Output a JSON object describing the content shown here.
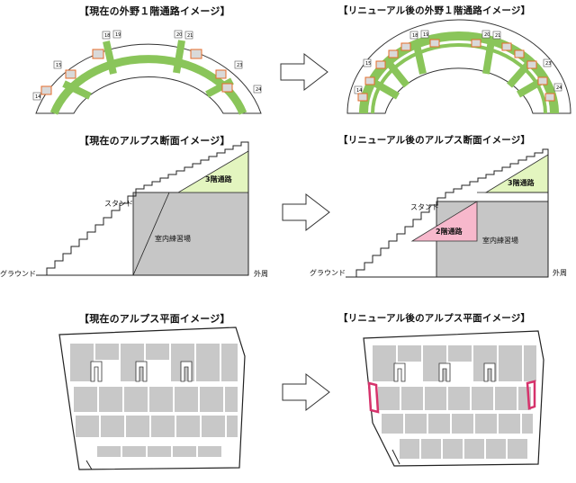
{
  "titles": {
    "arc_current": "【現在の外野１階通路イメージ】",
    "arc_renewal": "【リニューアル後の外野１階通路イメージ】",
    "section_current": "【現在のアルプス断面イメージ】",
    "section_renewal": "【リニューアル後のアルプス断面イメージ】",
    "plan_current": "【現在のアルプス平面イメージ】",
    "plan_renewal": "【リニューアル後のアルプス平面イメージ】"
  },
  "section_labels": {
    "third_floor_aisle": "3階通路",
    "second_floor_aisle": "2階通路",
    "stand": "スタンド",
    "indoor_practice": "室内練習場",
    "ground": "グラウンド",
    "outside": "外周"
  },
  "gate_numbers": [
    "14",
    "15",
    "18",
    "19",
    "20",
    "21",
    "23",
    "24"
  ],
  "colors": {
    "aisle_green": "#8ac55a",
    "aisle_light_green": "#e3f5bf",
    "new_aisle_pink": "#f7b8cc",
    "practice_gray": "#c6c6c6",
    "seat_orange": "#e46c2b"
  }
}
